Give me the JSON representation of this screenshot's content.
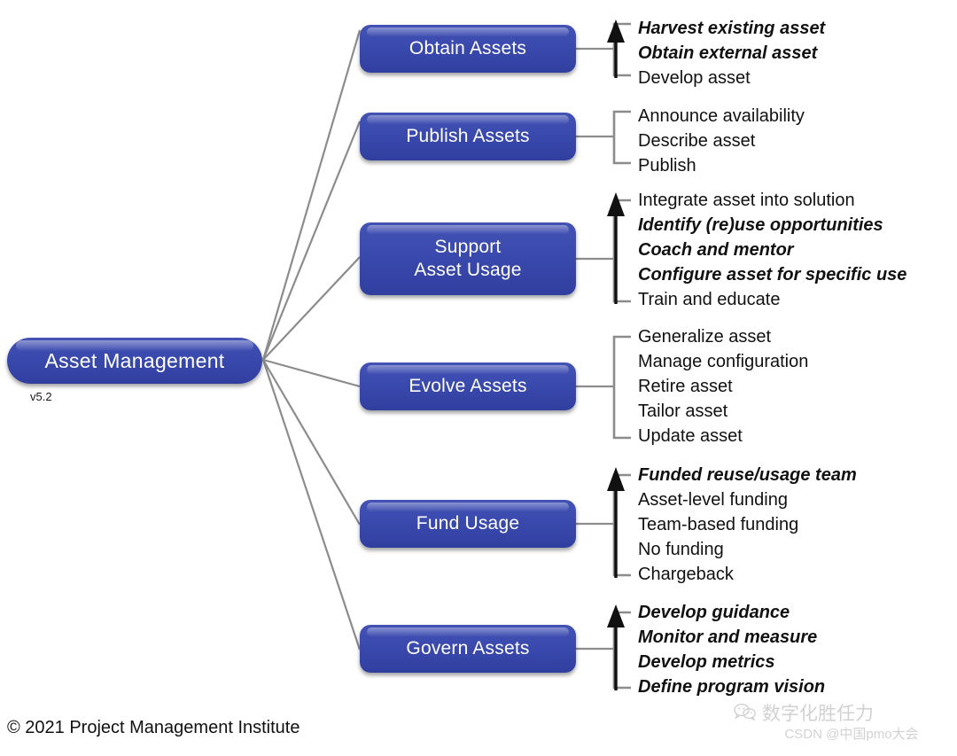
{
  "diagram": {
    "title": "Asset Management",
    "version": "v5.2",
    "accent_color": "#3b4aae",
    "bracket_color": "#8c8c8c",
    "arrow_color": "#111111",
    "branches": [
      {
        "label": "Obtain Assets",
        "marker": "bracket-with-arrow",
        "items": [
          {
            "text": "Harvest existing asset",
            "emphasis": true
          },
          {
            "text": "Obtain external asset",
            "emphasis": true
          },
          {
            "text": "Develop asset",
            "emphasis": false
          }
        ]
      },
      {
        "label": "Publish Assets",
        "marker": "bracket",
        "items": [
          {
            "text": "Announce availability",
            "emphasis": false
          },
          {
            "text": "Describe asset",
            "emphasis": false
          },
          {
            "text": "Publish",
            "emphasis": false
          }
        ]
      },
      {
        "label": "Support\nAsset Usage",
        "label_line1": "Support",
        "label_line2": "Asset Usage",
        "marker": "bracket-with-arrow",
        "items": [
          {
            "text": "Integrate asset into solution",
            "emphasis": false
          },
          {
            "text": "Identify (re)use opportunities",
            "emphasis": true
          },
          {
            "text": "Coach and mentor",
            "emphasis": true
          },
          {
            "text": "Configure asset for specific use",
            "emphasis": true
          },
          {
            "text": "Train and educate",
            "emphasis": false
          }
        ]
      },
      {
        "label": "Evolve Assets",
        "marker": "bracket",
        "items": [
          {
            "text": "Generalize asset",
            "emphasis": false
          },
          {
            "text": "Manage configuration",
            "emphasis": false
          },
          {
            "text": "Retire asset",
            "emphasis": false
          },
          {
            "text": "Tailor asset",
            "emphasis": false
          },
          {
            "text": "Update asset",
            "emphasis": false
          }
        ]
      },
      {
        "label": "Fund Usage",
        "marker": "bracket-with-arrow",
        "items": [
          {
            "text": "Funded reuse/usage team",
            "emphasis": true
          },
          {
            "text": "Asset-level funding",
            "emphasis": false
          },
          {
            "text": "Team-based funding",
            "emphasis": false
          },
          {
            "text": "No funding",
            "emphasis": false
          },
          {
            "text": "Chargeback",
            "emphasis": false
          }
        ]
      },
      {
        "label": "Govern Assets",
        "marker": "bracket-with-arrow",
        "items": [
          {
            "text": "Develop guidance",
            "emphasis": true
          },
          {
            "text": "Monitor and measure",
            "emphasis": true
          },
          {
            "text": "Develop metrics",
            "emphasis": true
          },
          {
            "text": "Define program vision",
            "emphasis": true
          }
        ]
      }
    ]
  },
  "footer": {
    "copyright": "© 2021 Project Management Institute"
  },
  "watermark": {
    "icon": "wechat-icon",
    "title": "数字化胜任力",
    "subtitle": "CSDN @中国pmo大会"
  }
}
